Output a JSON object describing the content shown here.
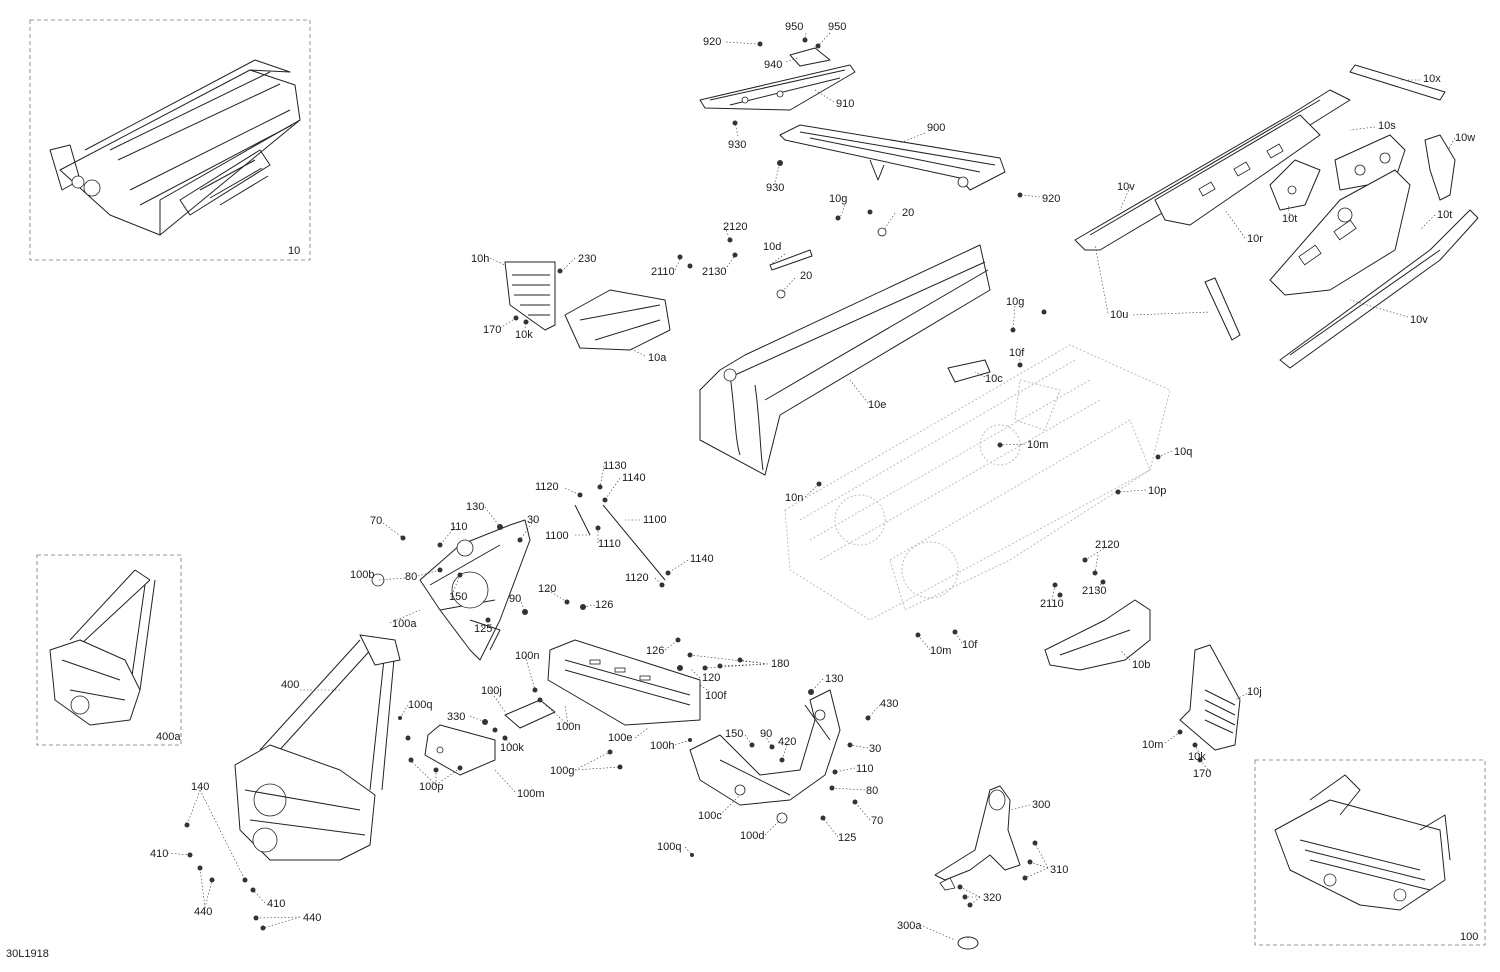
{
  "diagram": {
    "document_id": "30L1918",
    "inset_labels": {
      "inset_10": "10",
      "inset_400a": "400a",
      "inset_100": "100"
    },
    "callouts": {
      "c920_top": "920",
      "c950_a": "950",
      "c950_b": "950",
      "c940": "940",
      "c910": "910",
      "c930_a": "930",
      "c900": "900",
      "c930_b": "930",
      "c920_right": "920",
      "c10x": "10x",
      "c10s": "10s",
      "c10w": "10w",
      "c10v_a": "10v",
      "c10t_a": "10t",
      "c10t_b": "10t",
      "c10r": "10r",
      "c10u": "10u",
      "c10v_b": "10v",
      "c10g_a": "10g",
      "c20_a": "20",
      "c2120_a": "2120",
      "c10d": "10d",
      "c20_b": "20",
      "c2110_a": "2110",
      "c2130_a": "2130",
      "c10h": "10h",
      "c230": "230",
      "c170_a": "170",
      "c10k_a": "10k",
      "c10a": "10a",
      "c10e": "10e",
      "c10g_b": "10g",
      "c10f_a": "10f",
      "c10c": "10c",
      "c10m_a": "10m",
      "c10q": "10q",
      "c10p": "10p",
      "c10n": "10n",
      "c1130": "1130",
      "c1120_a": "1120",
      "c1140_a": "1140",
      "c1100_a": "1100",
      "c1100_b": "1100",
      "c1110": "1110",
      "c1140_b": "1140",
      "c1120_b": "1120",
      "c130_a": "130",
      "c70_a": "70",
      "c110_a": "110",
      "c30_a": "30",
      "c100b": "100b",
      "c80_a": "80",
      "c150_a": "150",
      "c100a": "100a",
      "c125_a": "125",
      "c120_a": "120",
      "c90_a": "90",
      "c126_a": "126",
      "c2120_b": "2120",
      "c2110_b": "2110",
      "c2130_b": "2130",
      "c10m_b": "10m",
      "c10f_b": "10f",
      "c10b": "10b",
      "c10j": "10j",
      "c10m_c": "10m",
      "c10k_b": "10k",
      "c170_b": "170",
      "c400": "400",
      "c100q_a": "100q",
      "c100n_a": "100n",
      "c100j": "100j",
      "c330": "330",
      "c100k": "100k",
      "c100n_b": "100n",
      "c100p": "100p",
      "c100m": "100m",
      "c126_b": "126",
      "c180": "180",
      "c120_b": "120",
      "c100f": "100f",
      "c100e": "100e",
      "c100h": "100h",
      "c100g": "100g",
      "c130_b": "130",
      "c430": "430",
      "c150_b": "150",
      "c90_b": "90",
      "c420": "420",
      "c30_b": "30",
      "c110_b": "110",
      "c80_b": "80",
      "c70_b": "70",
      "c125_b": "125",
      "c100c": "100c",
      "c100d": "100d",
      "c100q_b": "100q",
      "c140": "140",
      "c410_a": "410",
      "c440_a": "440",
      "c410_b": "410",
      "c440_b": "440",
      "c300": "300",
      "c310": "310",
      "c320": "320",
      "c300a": "300a"
    }
  }
}
